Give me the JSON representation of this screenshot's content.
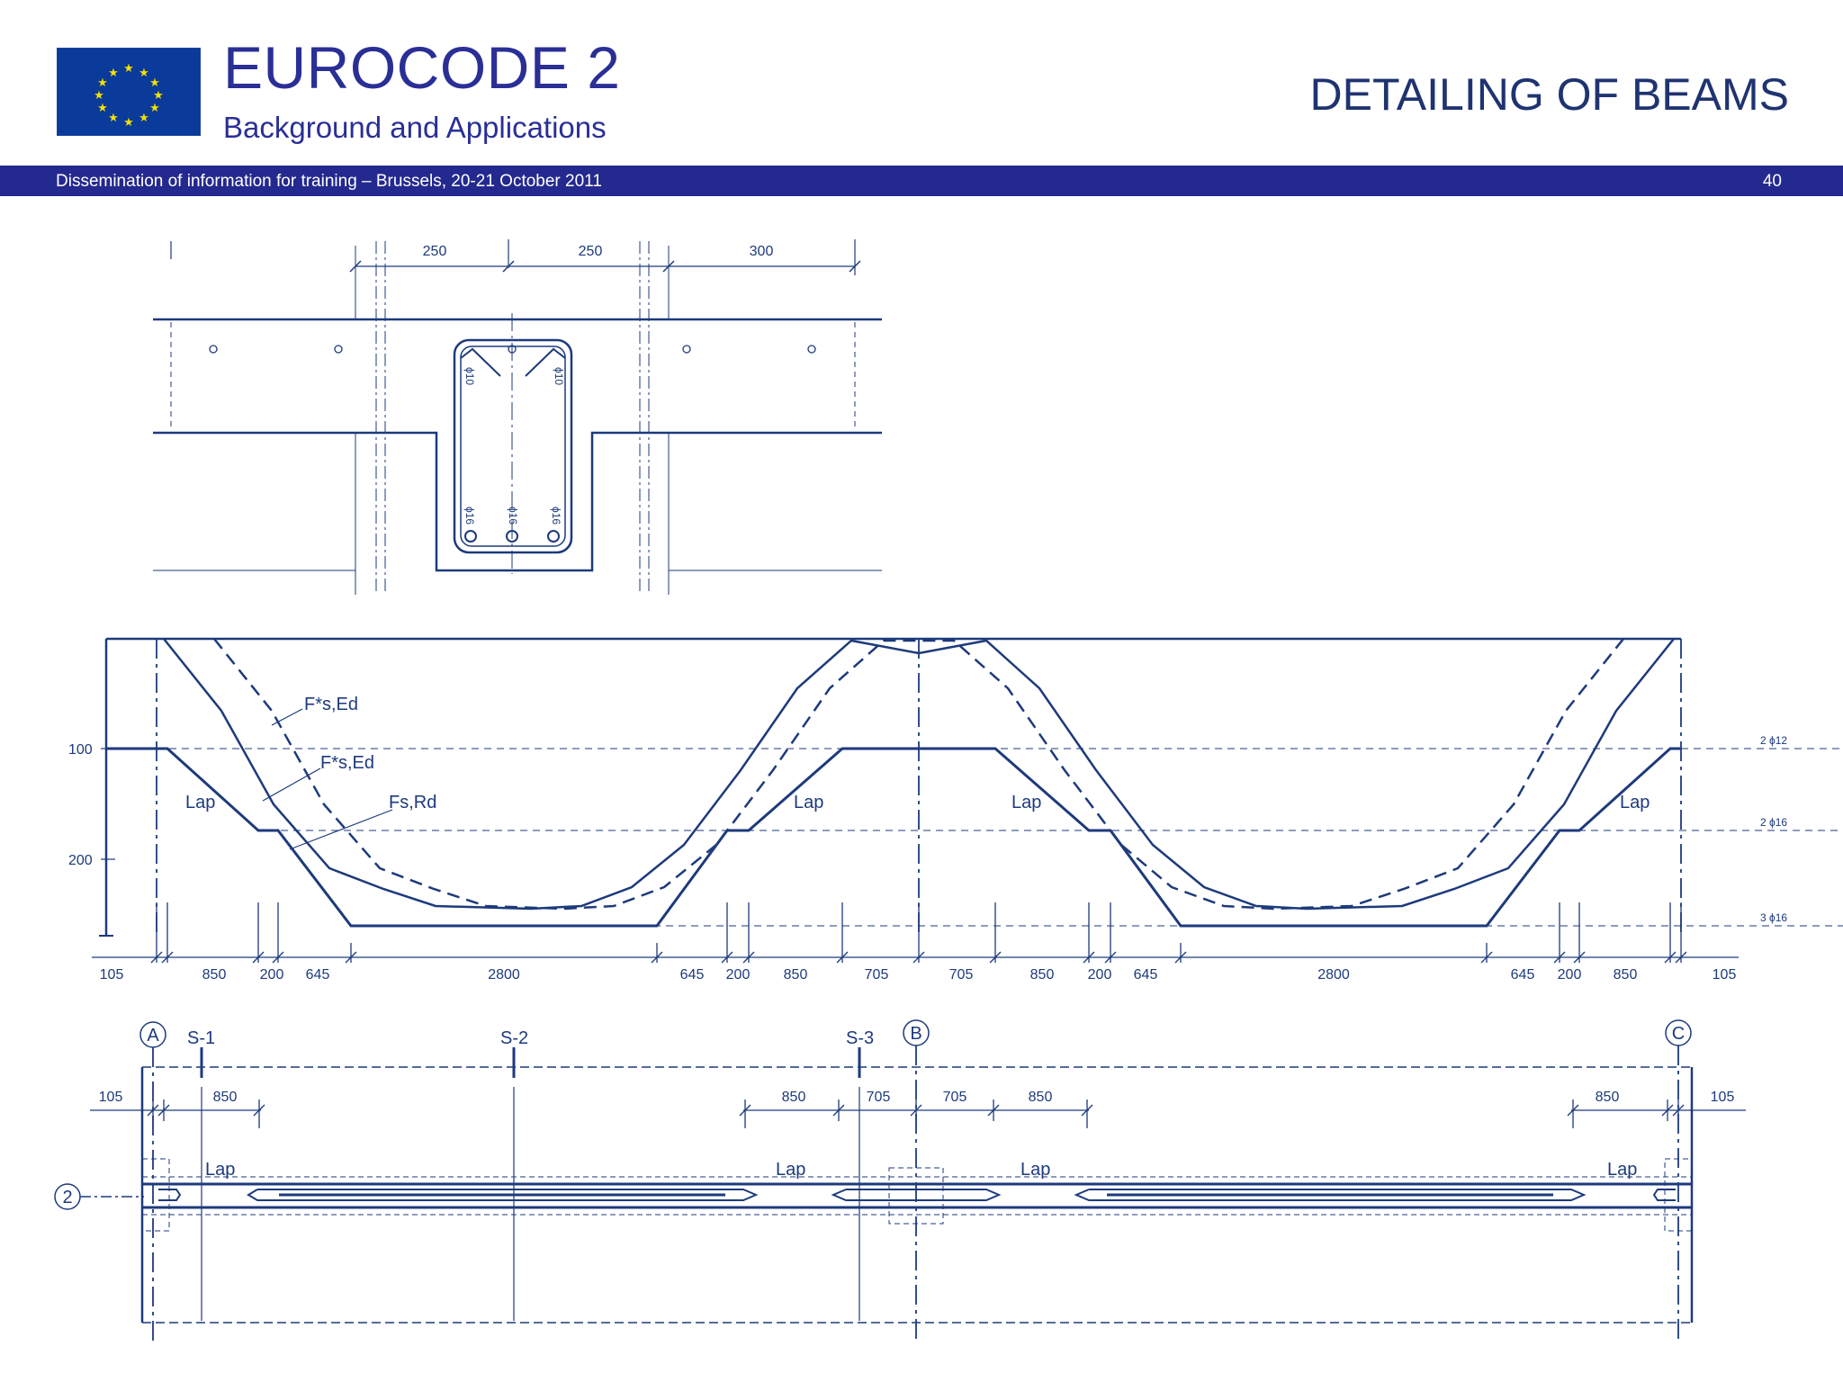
{
  "header": {
    "title": "EUROCODE 2",
    "subtitle": "Background and Applications",
    "section_title": "DETAILING OF BEAMS"
  },
  "band": {
    "text": "Dissemination of information for training – Brussels, 20-21 October 2011",
    "page_number": "40"
  },
  "colors": {
    "brand": "#24298f",
    "title": "#2a2f96",
    "drawing_line": "#1d3a7c",
    "flag_blue": "#0a3a9a",
    "flag_star": "#f4e000"
  },
  "icons": {
    "flag": "eu-flag-icon"
  },
  "section_drawing": {
    "dims": [
      "250",
      "250",
      "300"
    ],
    "bar_labels": [
      "ϕ10",
      "ϕ10",
      "ϕ16",
      "ϕ16",
      "ϕ16"
    ]
  },
  "curtailment_diagram": {
    "y_ticks": [
      "100",
      "200"
    ],
    "curve_labels": [
      "F*s,Ed",
      "F*s,Ed",
      "Fs,Rd"
    ],
    "lap_labels": [
      "Lap",
      "Lap",
      "Lap",
      "Lap"
    ],
    "bar_labels": [
      "2 ϕ12",
      "2 ϕ16",
      "3 ϕ16"
    ],
    "dims": [
      "105",
      "850",
      "200",
      "645",
      "2800",
      "645",
      "200",
      "850",
      "705",
      "705",
      "850",
      "200",
      "645",
      "2800",
      "645",
      "200",
      "850",
      "105"
    ]
  },
  "plan_drawing": {
    "axis_labels": [
      "A",
      "B",
      "C",
      "2"
    ],
    "section_labels": [
      "S-1",
      "S-2",
      "S-3"
    ],
    "dims": [
      "105",
      "850",
      "850",
      "705",
      "705",
      "850",
      "850",
      "105"
    ],
    "lap_labels": [
      "Lap",
      "Lap",
      "Lap",
      "Lap"
    ]
  }
}
